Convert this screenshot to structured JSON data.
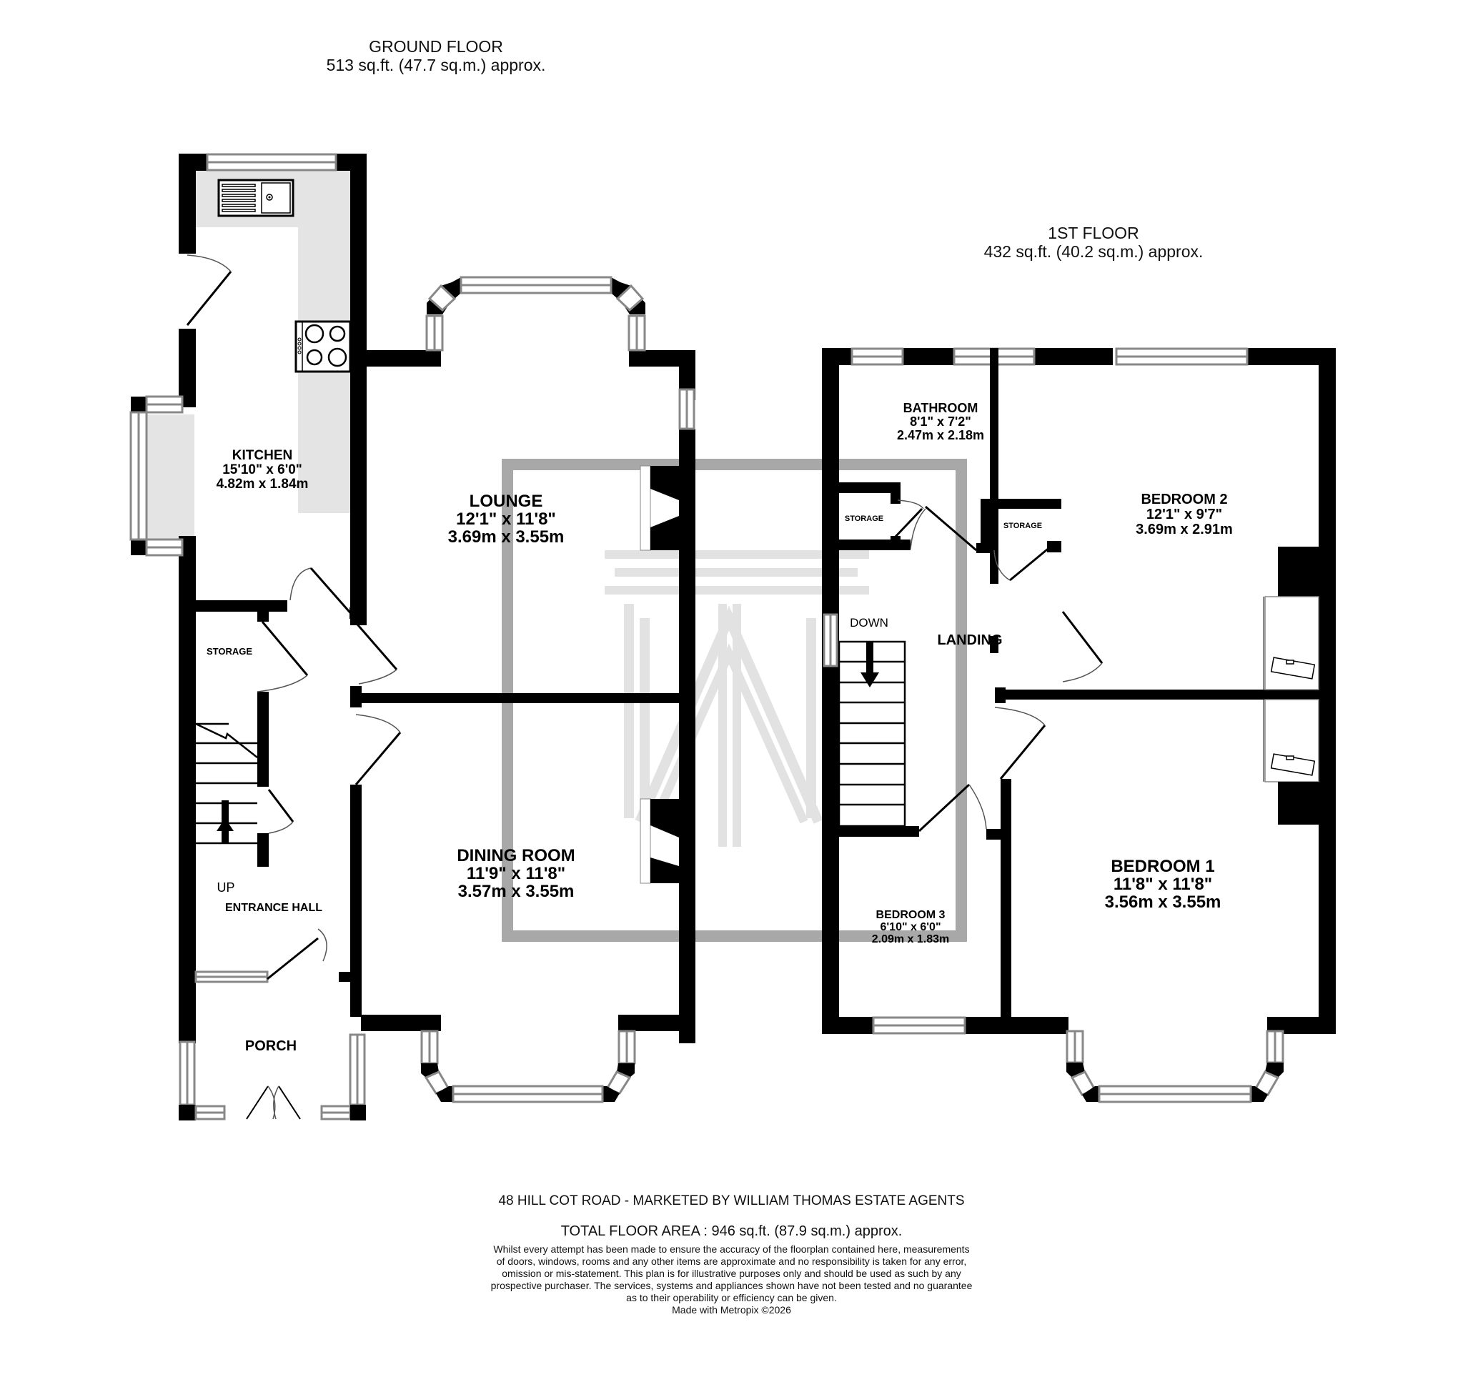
{
  "ground_floor": {
    "title": "GROUND FLOOR",
    "area": "513 sq.ft. (47.7 sq.m.) approx.",
    "rooms": {
      "kitchen": {
        "name": "KITCHEN",
        "imperial": "15'10\"  x 6'0\"",
        "metric": "4.82m  x 1.84m"
      },
      "lounge": {
        "name": "LOUNGE",
        "imperial": "12'1\"  x 11'8\"",
        "metric": "3.69m  x 3.55m"
      },
      "dining_room": {
        "name": "DINING ROOM",
        "imperial": "11'9\"  x 11'8\"",
        "metric": "3.57m  x 3.55m"
      },
      "storage": {
        "name": "STORAGE"
      },
      "entrance_hall": {
        "name": "ENTRANCE HALL"
      },
      "porch": {
        "name": "PORCH"
      }
    },
    "stairs_label": "UP"
  },
  "first_floor": {
    "title": "1ST FLOOR",
    "area": "432 sq.ft. (40.2 sq.m.) approx.",
    "rooms": {
      "bathroom": {
        "name": "BATHROOM",
        "imperial": "8'1\"  x 7'2\"",
        "metric": "2.47m  x 2.18m"
      },
      "bedroom_2": {
        "name": "BEDROOM 2",
        "imperial": "12'1\"  x 9'7\"",
        "metric": "3.69m  x 2.91m"
      },
      "bedroom_1": {
        "name": "BEDROOM 1",
        "imperial": "11'8\"  x 11'8\"",
        "metric": "3.56m  x 3.55m"
      },
      "bedroom_3": {
        "name": "BEDROOM 3",
        "imperial": "6'10\"  x 6'0\"",
        "metric": "2.09m  x 1.83m"
      },
      "landing": {
        "name": "LANDING"
      },
      "storage_left": {
        "name": "STORAGE"
      },
      "storage_right": {
        "name": "STORAGE"
      }
    },
    "stairs_label": "DOWN"
  },
  "footer": {
    "address_line": "48 HILL COT ROAD - MARKETED BY WILLIAM THOMAS ESTATE AGENTS",
    "total_area": "TOTAL FLOOR AREA : 946 sq.ft. (87.9 sq.m.) approx.",
    "disclaimer_lines": [
      "Whilst every attempt has been made to ensure the accuracy of the floorplan contained here, measurements",
      "of doors, windows, rooms and any other items are approximate and no responsibility is taken for any error,",
      "omission or mis-statement. This plan is for illustrative purposes only and should be used as such by any",
      "prospective purchaser. The services, systems and appliances shown have not been tested and no guarantee",
      "as to their operability or efficiency can be given."
    ],
    "credit": "Made with Metropix ©2026"
  },
  "colors": {
    "wall": "#000000",
    "window_frame": "#888888",
    "worktop": "#e4e4e4",
    "watermark": "#a8a8a8",
    "watermark_light": "#e2e2e2"
  },
  "icons": {
    "sink": "kitchen-sink-icon",
    "hob": "hob-icon",
    "stairs_up": "arrow-up-icon",
    "stairs_down": "arrow-down-icon",
    "boiler": "boiler-icon",
    "watermark": "agency-logo-watermark"
  }
}
